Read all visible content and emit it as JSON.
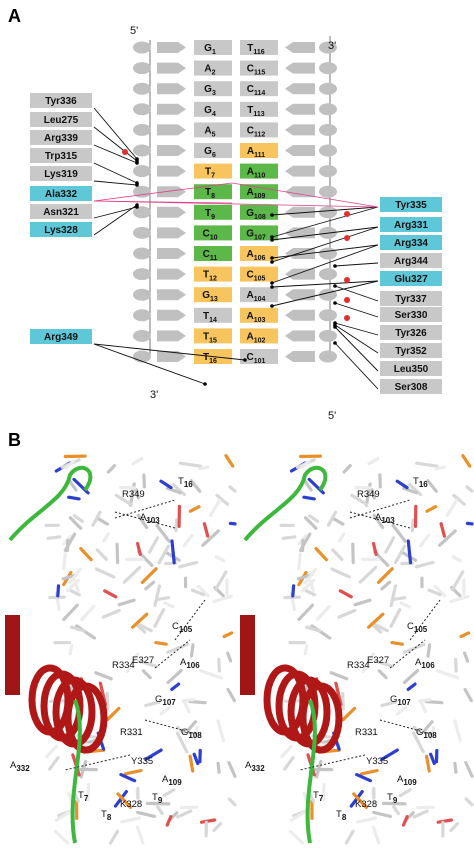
{
  "panel_a": {
    "label": "A",
    "strand1": {
      "end5": "5'",
      "end3": "3'",
      "bases": [
        {
          "base": "G",
          "num": "1",
          "color": "gray"
        },
        {
          "base": "A",
          "num": "2",
          "color": "gray"
        },
        {
          "base": "G",
          "num": "3",
          "color": "gray"
        },
        {
          "base": "G",
          "num": "4",
          "color": "gray"
        },
        {
          "base": "A",
          "num": "5",
          "color": "gray"
        },
        {
          "base": "G",
          "num": "6",
          "color": "gray"
        },
        {
          "base": "T",
          "num": "7",
          "color": "orange"
        },
        {
          "base": "T",
          "num": "8",
          "color": "green"
        },
        {
          "base": "T",
          "num": "9",
          "color": "green"
        },
        {
          "base": "C",
          "num": "10",
          "color": "green"
        },
        {
          "base": "C",
          "num": "11",
          "color": "green"
        },
        {
          "base": "T",
          "num": "12",
          "color": "orange"
        },
        {
          "base": "G",
          "num": "13",
          "color": "orange"
        },
        {
          "base": "T",
          "num": "14",
          "color": "gray"
        },
        {
          "base": "T",
          "num": "15",
          "color": "orange"
        },
        {
          "base": "T",
          "num": "16",
          "color": "orange"
        }
      ]
    },
    "strand2": {
      "end3": "3'",
      "end5": "5'",
      "bases": [
        {
          "base": "T",
          "num": "116",
          "color": "gray"
        },
        {
          "base": "C",
          "num": "115",
          "color": "gray"
        },
        {
          "base": "C",
          "num": "114",
          "color": "gray"
        },
        {
          "base": "T",
          "num": "113",
          "color": "gray"
        },
        {
          "base": "C",
          "num": "112",
          "color": "gray"
        },
        {
          "base": "A",
          "num": "111",
          "color": "orange"
        },
        {
          "base": "A",
          "num": "110",
          "color": "green"
        },
        {
          "base": "A",
          "num": "109",
          "color": "green"
        },
        {
          "base": "G",
          "num": "108",
          "color": "green"
        },
        {
          "base": "G",
          "num": "107",
          "color": "green"
        },
        {
          "base": "A",
          "num": "106",
          "color": "orange"
        },
        {
          "base": "C",
          "num": "105",
          "color": "orange"
        },
        {
          "base": "A",
          "num": "104",
          "color": "gray"
        },
        {
          "base": "A",
          "num": "103",
          "color": "orange"
        },
        {
          "base": "A",
          "num": "102",
          "color": "orange"
        },
        {
          "base": "C",
          "num": "101",
          "color": "gray"
        }
      ]
    },
    "left_residues": [
      {
        "name": "Tyr336",
        "color": "gray"
      },
      {
        "name": "Leu275",
        "color": "gray"
      },
      {
        "name": "Arg339",
        "color": "gray"
      },
      {
        "name": "Trp315",
        "color": "gray"
      },
      {
        "name": "Lys319",
        "color": "gray"
      },
      {
        "name": "Ala332",
        "color": "cyan"
      },
      {
        "name": "Asn321",
        "color": "gray"
      },
      {
        "name": "Lys328",
        "color": "cyan"
      },
      {
        "name": "Arg349",
        "color": "cyan"
      }
    ],
    "right_residues": [
      {
        "name": "Tyr335",
        "color": "cyan"
      },
      {
        "name": "Arg331",
        "color": "cyan"
      },
      {
        "name": "Arg334",
        "color": "cyan"
      },
      {
        "name": "Arg344",
        "color": "gray"
      },
      {
        "name": "Glu327",
        "color": "cyan"
      },
      {
        "name": "Tyr337",
        "color": "gray"
      },
      {
        "name": "Ser330",
        "color": "gray"
      },
      {
        "name": "Tyr326",
        "color": "gray"
      },
      {
        "name": "Tyr352",
        "color": "gray"
      },
      {
        "name": "Leu350",
        "color": "gray"
      },
      {
        "name": "Ser308",
        "color": "gray"
      }
    ],
    "colors": {
      "gray": "#c8c8c8",
      "orange": "#f7c45e",
      "green": "#5cb848",
      "cyan": "#5ec8d8",
      "backbone_oval": "#c0c0c0",
      "contact_line": "#111111",
      "pink_line": "#e0408a",
      "water": "#e03030"
    }
  },
  "panel_b": {
    "label": "B",
    "stereo_labels": [
      {
        "text": "R349"
      },
      {
        "text": "T16"
      },
      {
        "text": "A103"
      },
      {
        "text": "C105"
      },
      {
        "text": "E327"
      },
      {
        "text": "R334"
      },
      {
        "text": "A106"
      },
      {
        "text": "G107"
      },
      {
        "text": "R331"
      },
      {
        "text": "G108"
      },
      {
        "text": "A332"
      },
      {
        "text": "Y335"
      },
      {
        "text": "A109"
      },
      {
        "text": "T7"
      },
      {
        "text": "K328"
      },
      {
        "text": "T8"
      },
      {
        "text": "T9"
      }
    ]
  }
}
